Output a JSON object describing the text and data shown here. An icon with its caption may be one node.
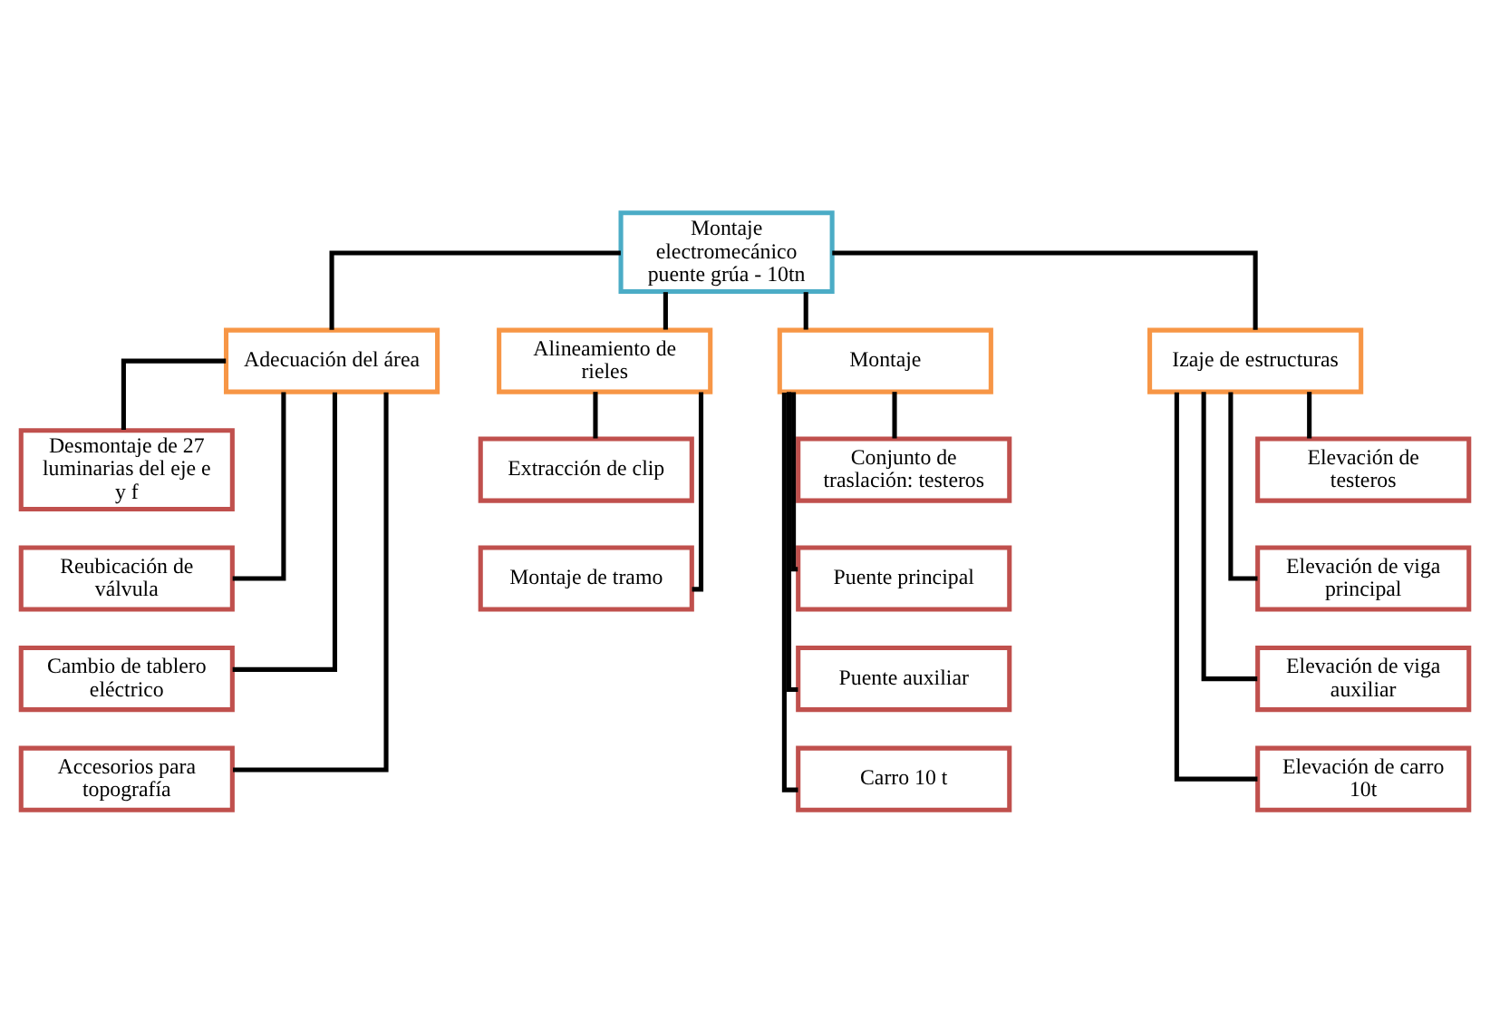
{
  "diagram": {
    "nodes": [
      {
        "text": [
          "Montaje electromecánico puente grúa - 10tn"
        ]
      },
      {
        "text": [
          "Adecuación del área"
        ]
      },
      {
        "text": [
          "Desmontaje de 27 luminarias del eje e y f"
        ]
      },
      {
        "text": [
          "Reubicación de válvula"
        ]
      },
      {
        "text": [
          "Cambio de tablero eléctrico"
        ]
      },
      {
        "text": [
          "Accesorios para topografía"
        ]
      },
      {
        "text": [
          "Alineamiento de rieles"
        ]
      },
      {
        "text": [
          "Extracción de clip"
        ]
      },
      {
        "text": [
          "Montaje de tramo"
        ]
      },
      {
        "text": [
          "Montaje"
        ]
      },
      {
        "text": [
          "Conjunto de traslación: testeros"
        ]
      },
      {
        "text": [
          "Puente principal"
        ]
      },
      {
        "text": [
          "Puente auxiliar"
        ]
      },
      {
        "text": [
          "Carro 10 t"
        ]
      },
      {
        "text": [
          "Izaje de estructuras"
        ]
      },
      {
        "text": [
          "Elevación de testeros"
        ]
      },
      {
        "text": [
          "Elevación de viga principal"
        ]
      },
      {
        "text": [
          "Elevación de viga auxiliar"
        ]
      },
      {
        "text": [
          "Elevación de carro 10t"
        ]
      }
    ],
    "edges": [
      {
        "from": 0,
        "to": 1,
        "arrow": "none"
      },
      {
        "from": 0,
        "to": 6,
        "arrow": "none"
      },
      {
        "from": 0,
        "to": 9,
        "arrow": "none"
      },
      {
        "from": 0,
        "to": 14,
        "arrow": "none"
      },
      {
        "from": 1,
        "to": 2,
        "arrow": "none"
      },
      {
        "from": 1,
        "to": 3,
        "arrow": "none"
      },
      {
        "from": 1,
        "to": 4,
        "arrow": "none"
      },
      {
        "from": 1,
        "to": 5,
        "arrow": "none"
      },
      {
        "from": 6,
        "to": 7,
        "arrow": "none"
      },
      {
        "from": 6,
        "to": 8,
        "arrow": "none"
      },
      {
        "from": 9,
        "to": 10,
        "arrow": "none"
      },
      {
        "from": 9,
        "to": 11,
        "arrow": "none"
      },
      {
        "from": 9,
        "to": 12,
        "arrow": "none"
      },
      {
        "from": 9,
        "to": 13,
        "arrow": "none"
      },
      {
        "from": 14,
        "to": 15,
        "arrow": "none"
      },
      {
        "from": 14,
        "to": 16,
        "arrow": "none"
      },
      {
        "from": 14,
        "to": 17,
        "arrow": "none"
      },
      {
        "from": 14,
        "to": 18,
        "arrow": "none"
      }
    ]
  }
}
